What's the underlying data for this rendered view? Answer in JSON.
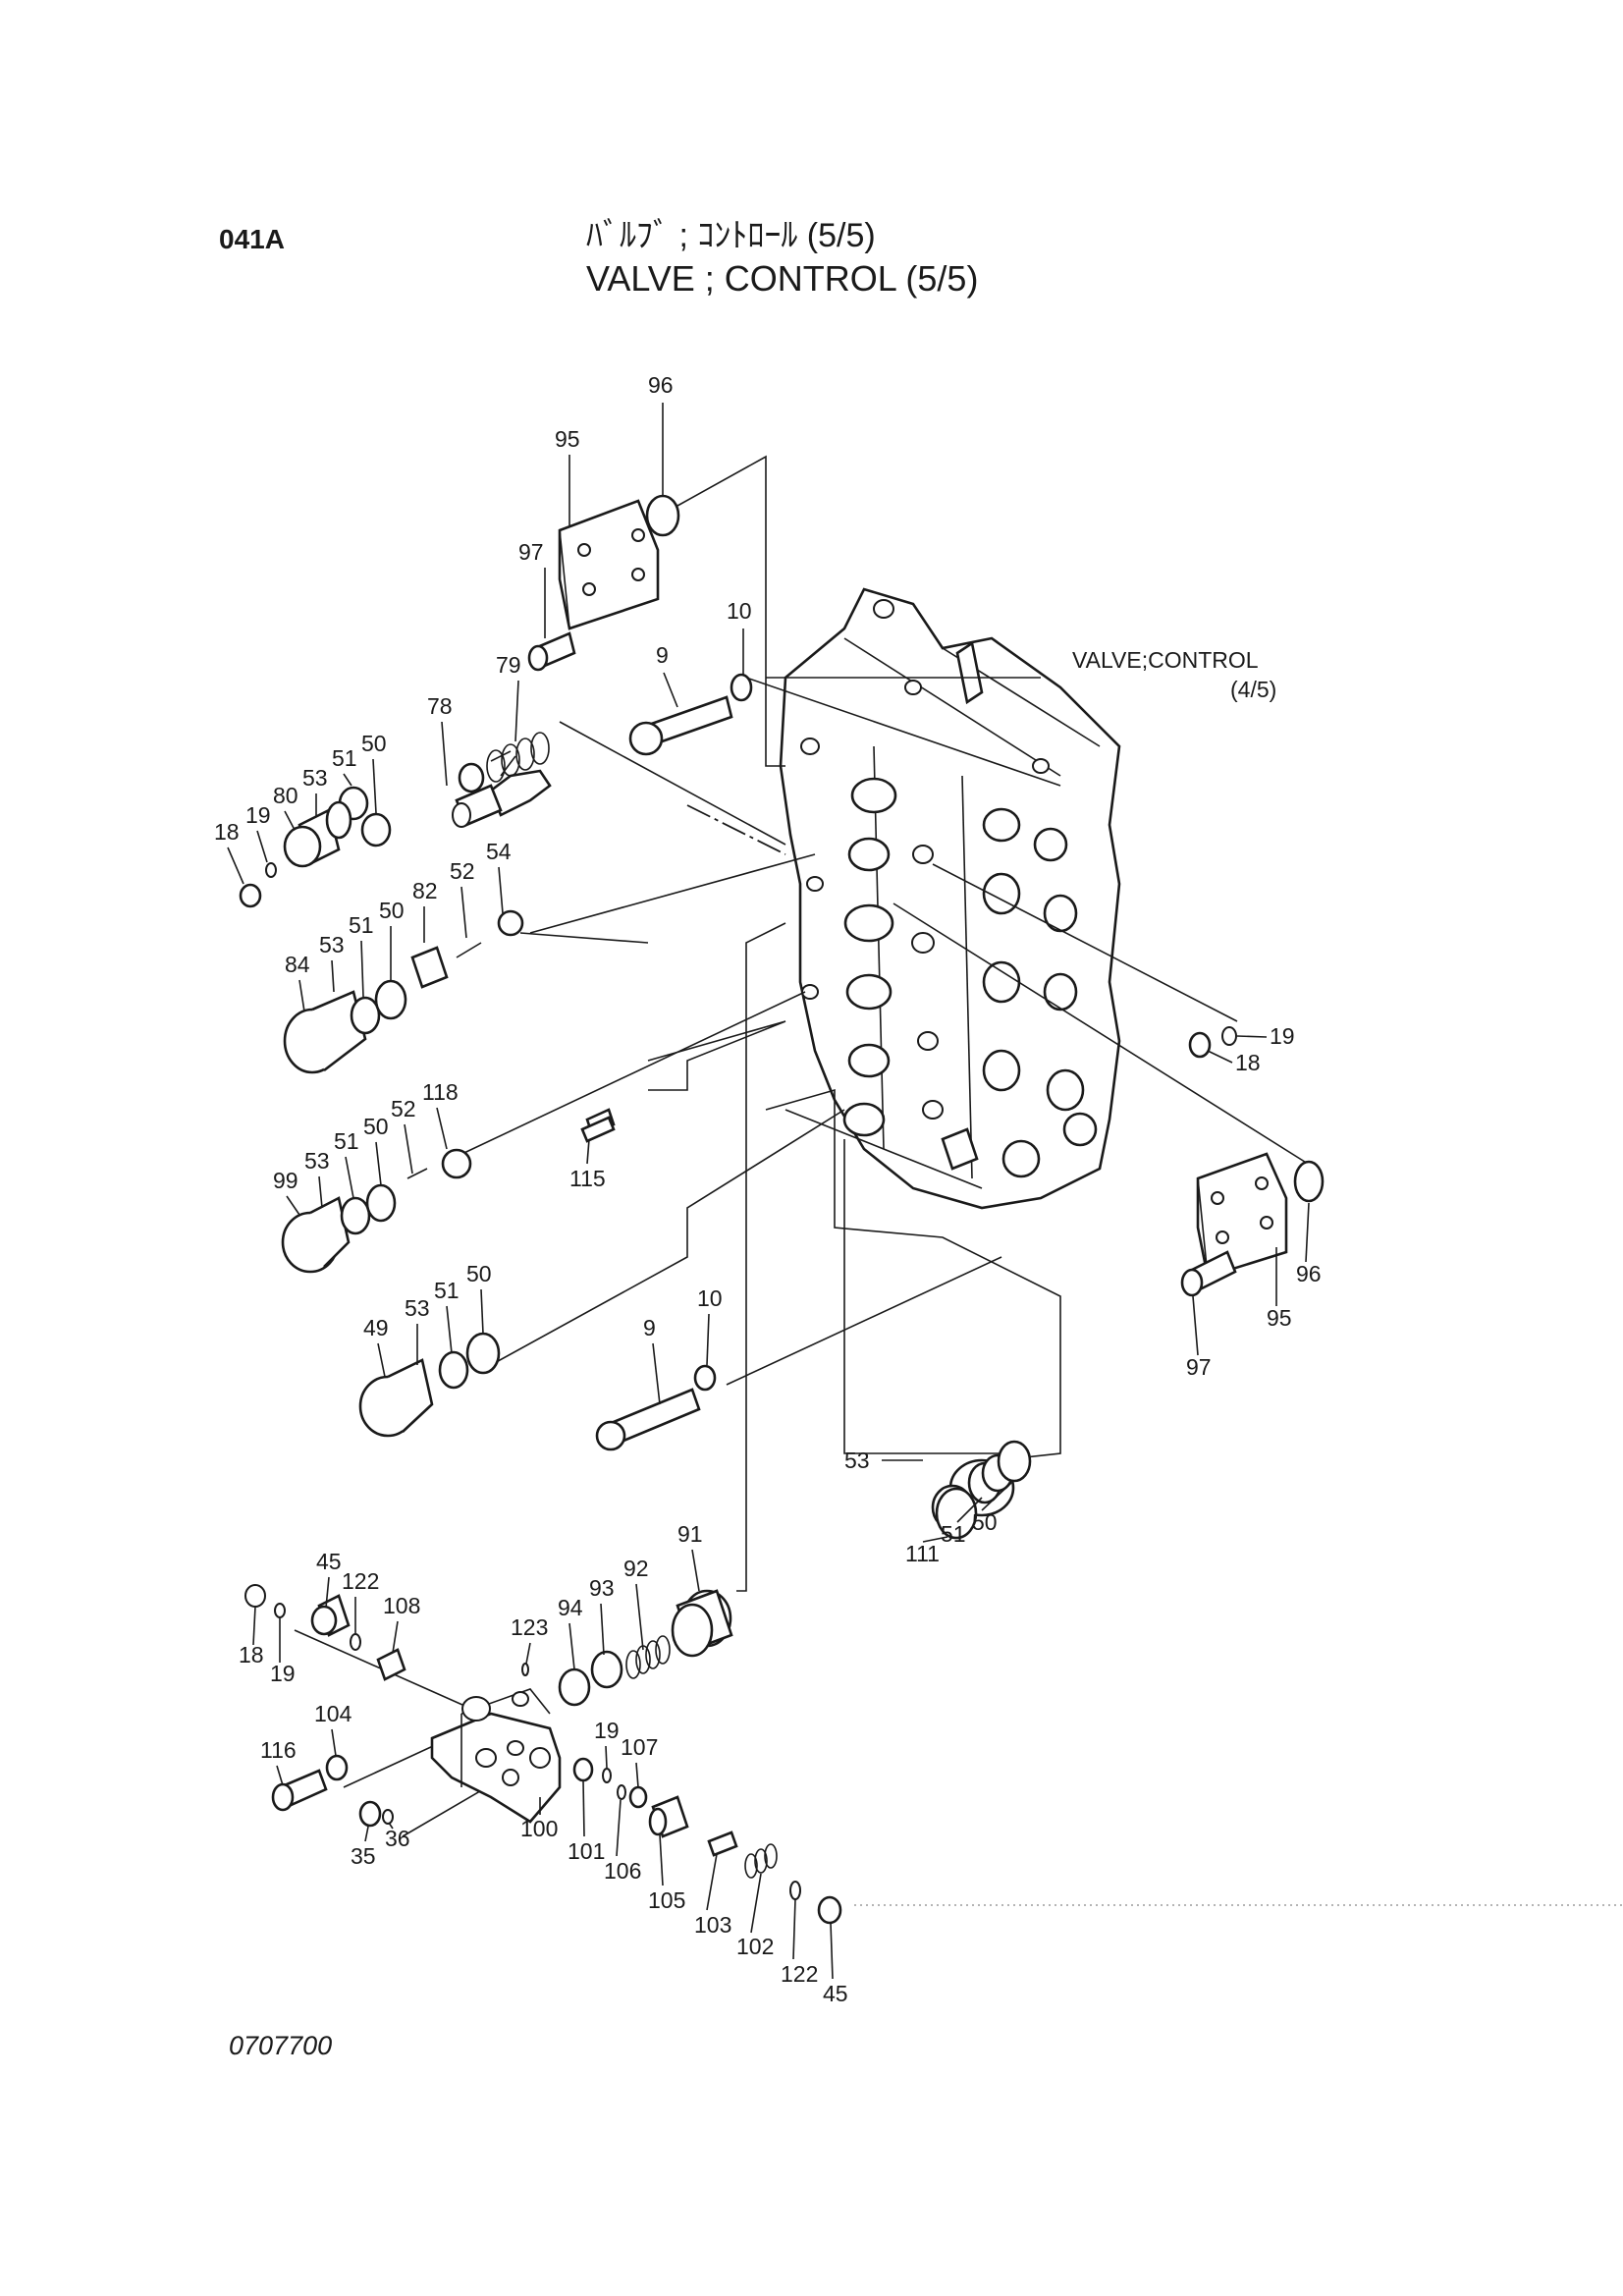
{
  "header": {
    "page_code": "041A",
    "title_jp": "ﾊﾞﾙﾌﾞ ; ｺﾝﾄﾛｰﾙ (5/5)",
    "title_en": "VALVE ; CONTROL (5/5)"
  },
  "reference": {
    "line1": "VALVE;CONTROL",
    "line2": "(4/5)"
  },
  "part_numbers": {
    "p96a": "96",
    "p95a": "95",
    "p97a": "97",
    "p10a": "10",
    "p9a": "9",
    "p79": "79",
    "p78": "78",
    "p50a": "50",
    "p51a": "51",
    "p53a": "53",
    "p80": "80",
    "p19a": "19",
    "p18a": "18",
    "p54": "54",
    "p52a": "52",
    "p82": "82",
    "p50b": "50",
    "p51b": "51",
    "p53b": "53",
    "p84": "84",
    "p19b": "19",
    "p18b": "18",
    "p118": "118",
    "p52b": "52",
    "p50c": "50",
    "p51c": "51",
    "p53c": "53",
    "p99": "99",
    "p115": "115",
    "p96b": "96",
    "p95b": "95",
    "p97b": "97",
    "p50d": "50",
    "p51d": "51",
    "p53d": "53",
    "p49": "49",
    "p10b": "10",
    "p9b": "9",
    "p53e": "53",
    "p111": "111",
    "p51e": "51",
    "p50e": "50",
    "p91": "91",
    "p92": "92",
    "p93": "93",
    "p94": "94",
    "p123": "123",
    "p108": "108",
    "p122a": "122",
    "p45a": "45",
    "p18c": "18",
    "p19c": "19",
    "p104": "104",
    "p116": "116",
    "p100": "100",
    "p35": "35",
    "p36": "36",
    "p19d": "19",
    "p107": "107",
    "p101": "101",
    "p106": "106",
    "p105": "105",
    "p103": "103",
    "p102": "102",
    "p122b": "122",
    "p45b": "45"
  },
  "footer": {
    "drawing_number": "0707700"
  }
}
